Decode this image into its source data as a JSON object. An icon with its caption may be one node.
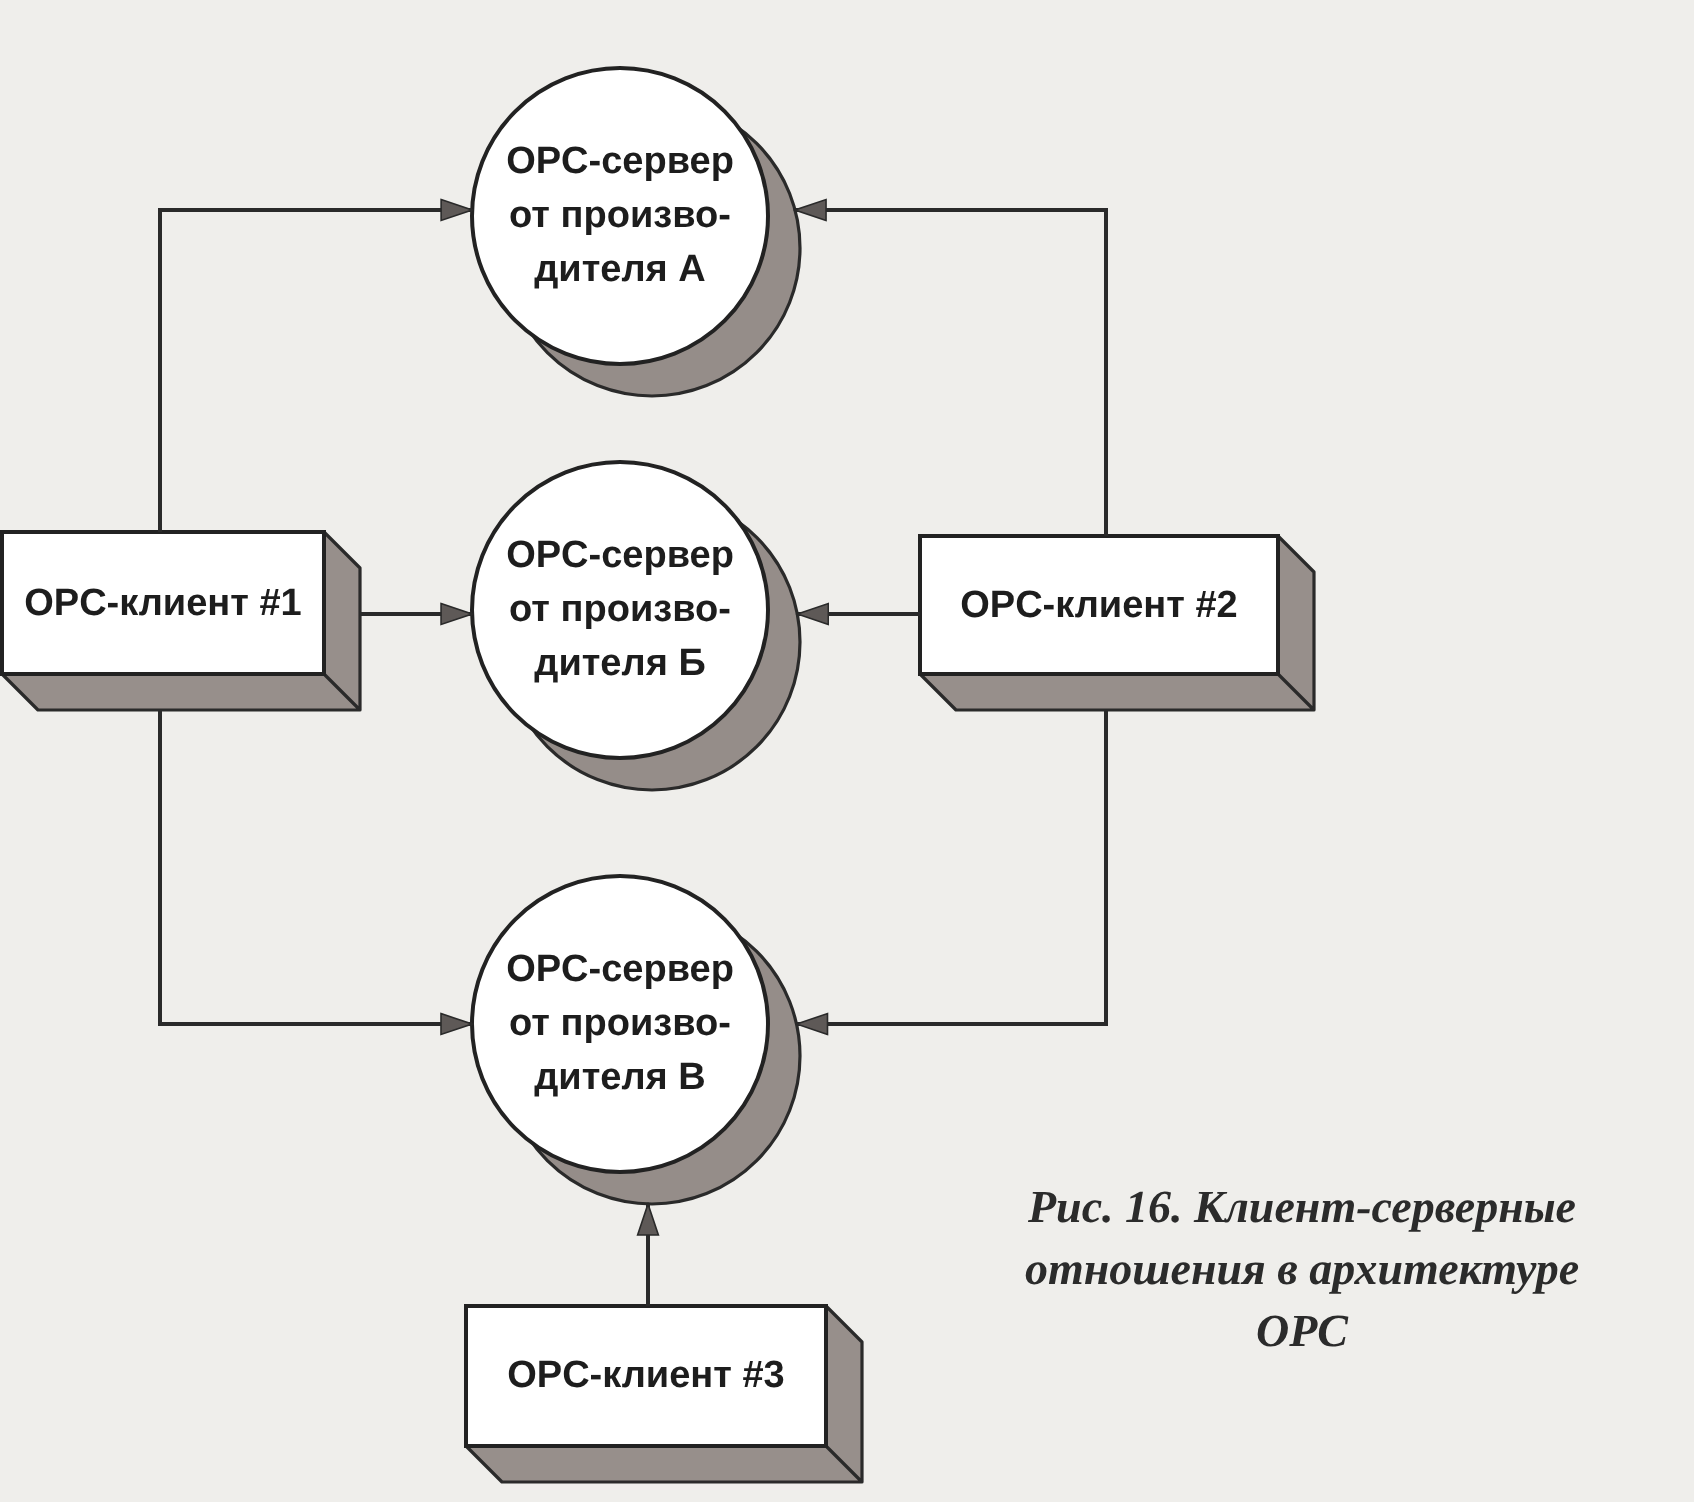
{
  "diagram": {
    "caption": "Рис. 16. Клиент-серверные отношения в архитектуре OPC",
    "nodes": [
      {
        "text": [
          "OPC-сервер от произво-дителя А"
        ]
      },
      {
        "text": [
          "OPC-клиент #1"
        ]
      },
      {
        "text": [
          "OPC-сервер от произво-дителя Б"
        ]
      },
      {
        "text": [
          "OPC-клиент #2"
        ]
      },
      {
        "text": [
          "OPC-сервер от произво-дителя В"
        ]
      },
      {
        "text": [
          "OPC-клиент #3"
        ]
      }
    ],
    "edges": [
      {
        "from": 1,
        "to": 0,
        "arrow": "to"
      },
      {
        "from": 3,
        "to": 0,
        "arrow": "to"
      },
      {
        "from": 1,
        "to": 2,
        "arrow": "to"
      },
      {
        "from": 3,
        "to": 2,
        "arrow": "to"
      },
      {
        "from": 1,
        "to": 4,
        "arrow": "to"
      },
      {
        "from": 3,
        "to": 4,
        "arrow": "to"
      },
      {
        "from": 5,
        "to": 4,
        "arrow": "to"
      }
    ]
  }
}
